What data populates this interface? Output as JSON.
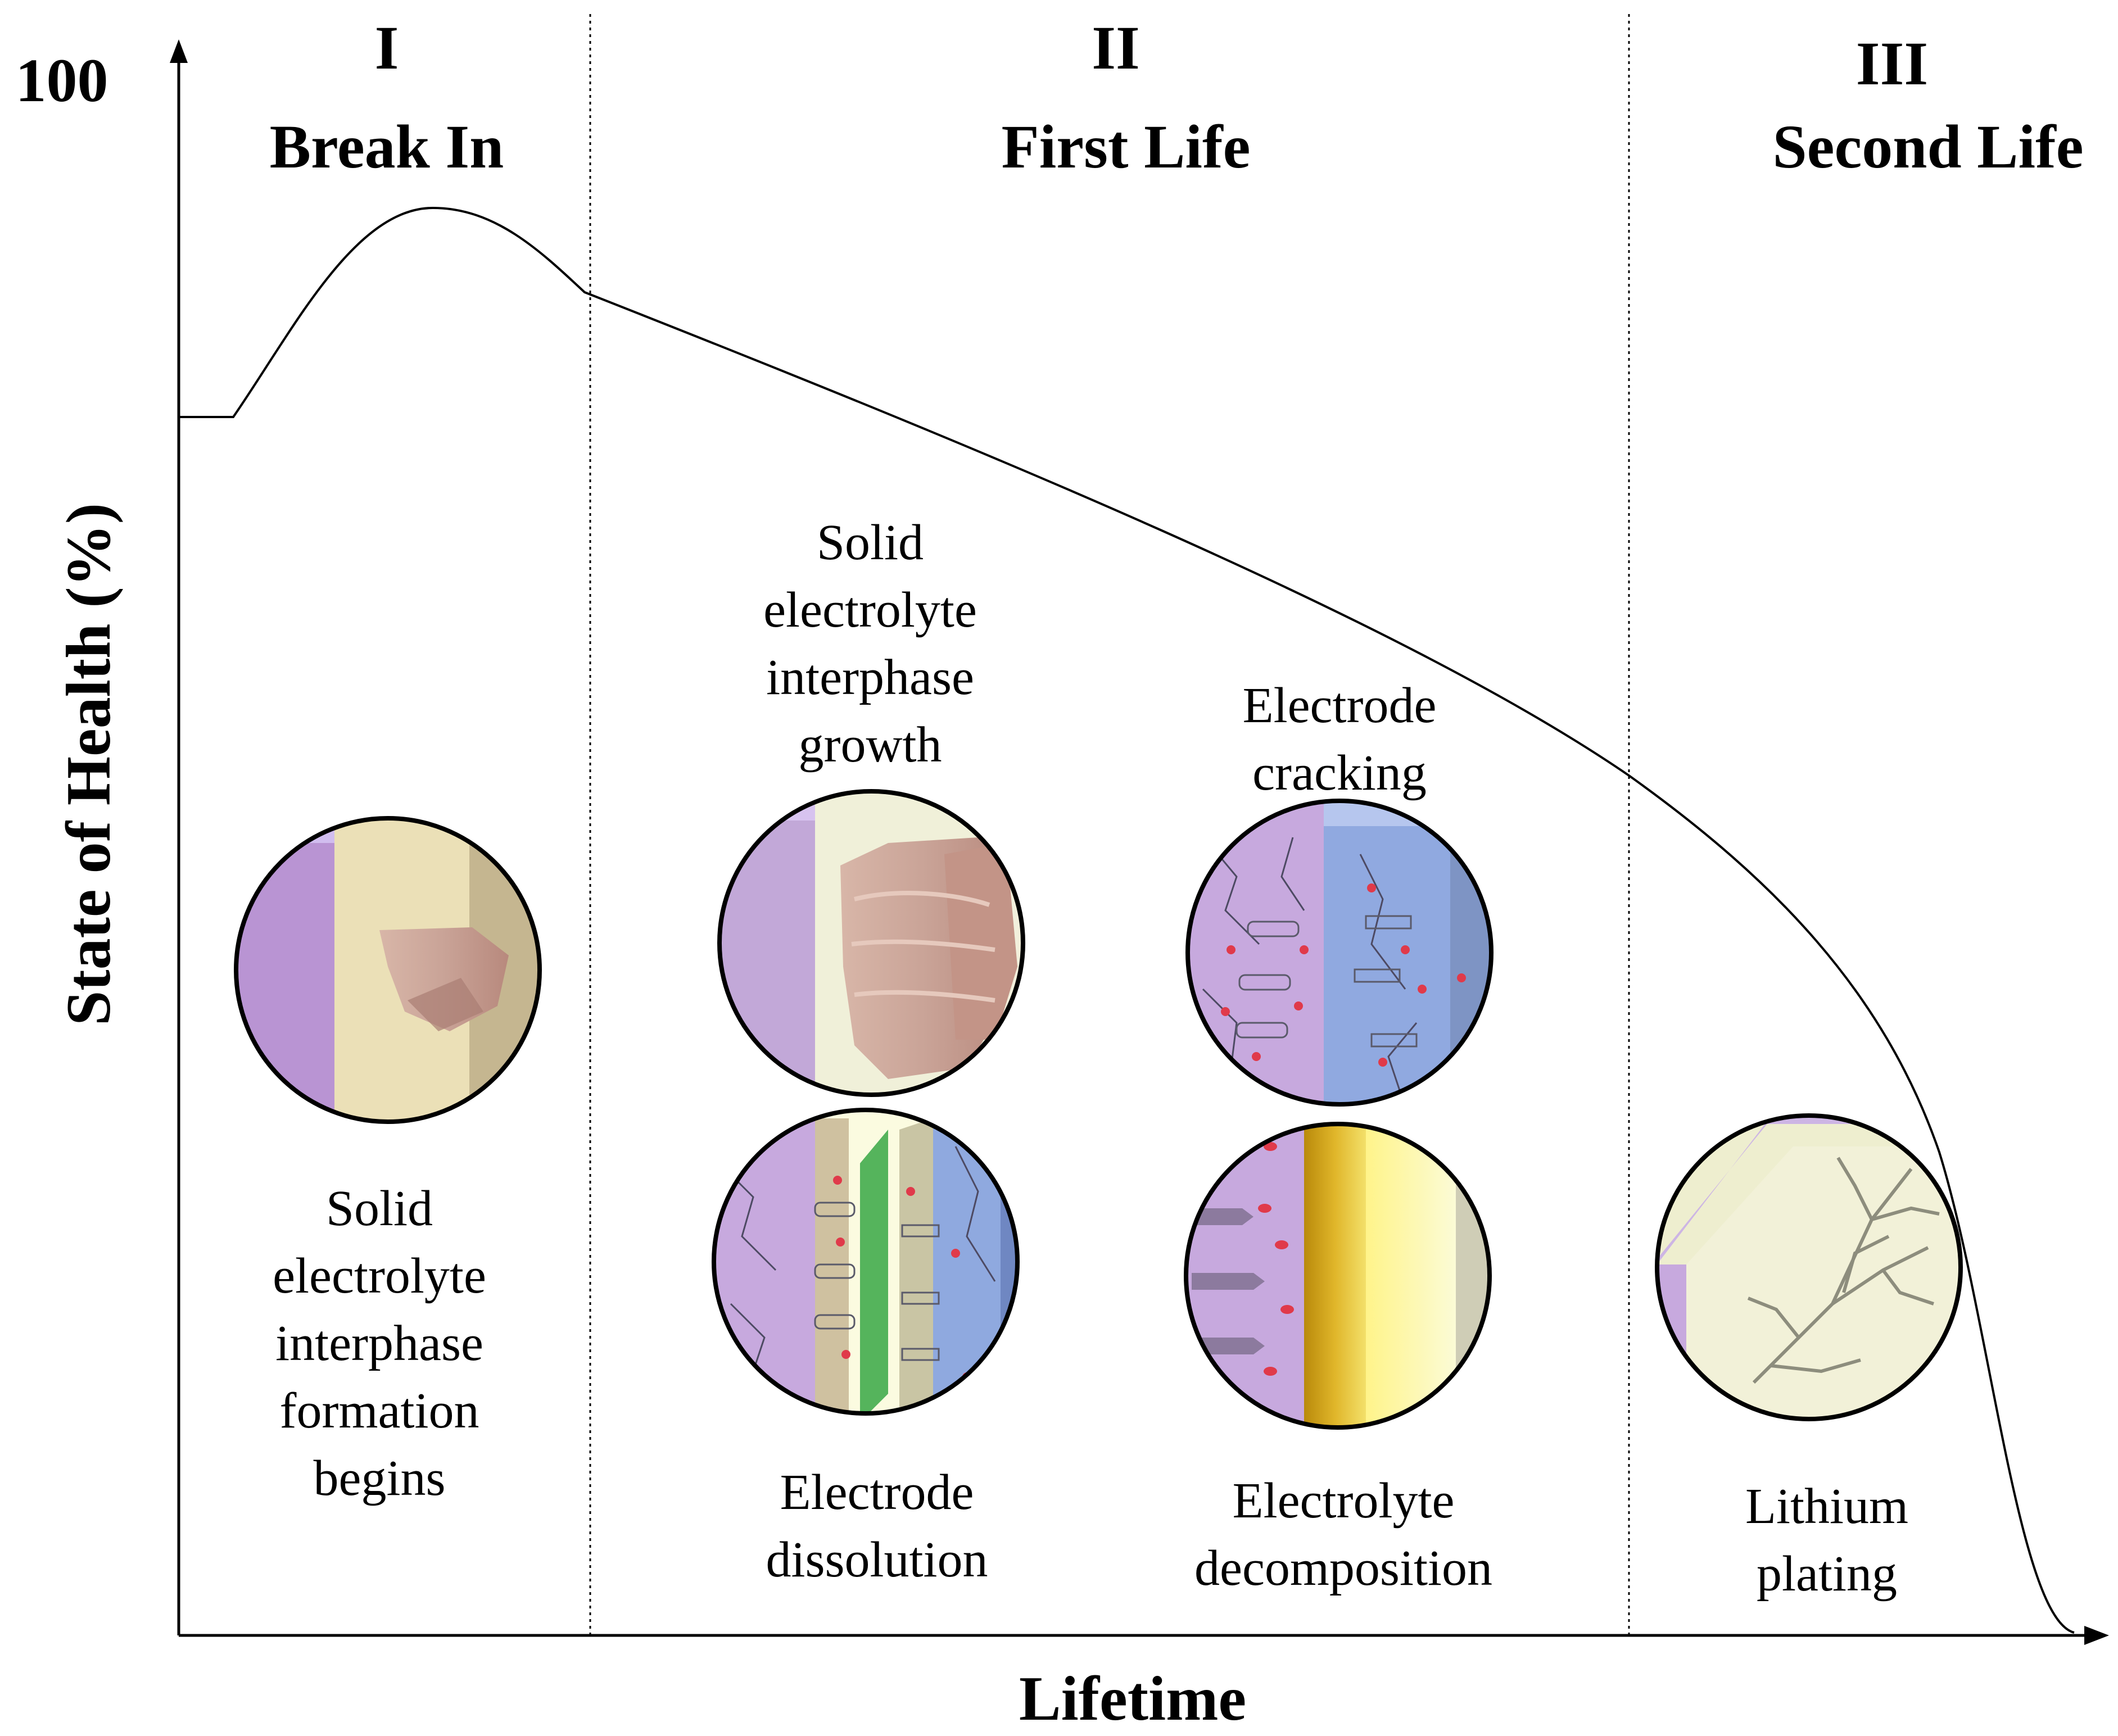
{
  "axis": {
    "y_label": "State of Health (%)",
    "x_label": "Lifetime",
    "y_top_tick": "100"
  },
  "phases": [
    {
      "numeral": "I",
      "name": "Break In"
    },
    {
      "numeral": "II",
      "name": "First Life"
    },
    {
      "numeral": "III",
      "name": "Second Life"
    }
  ],
  "mechanisms": {
    "sei_formation": [
      "Solid",
      "electrolyte",
      "interphase",
      "formation",
      "begins"
    ],
    "sei_growth": [
      "Solid",
      "electrolyte",
      "interphase",
      "growth"
    ],
    "electrode_cracking": [
      "Electrode",
      "cracking"
    ],
    "electrode_dissolution": [
      "Electrode",
      "dissolution"
    ],
    "electrolyte_decomposition": [
      "Electrolyte",
      "decomposition"
    ],
    "lithium_plating": [
      "Lithium",
      "plating"
    ]
  },
  "colors": {
    "purple_layer": "#c2a8d8",
    "cream_layer": "#e9e2b8",
    "blue_layer": "#8fa9df",
    "green_separator": "#55b45c",
    "yellow_layer": "#fff48a",
    "sei_deposit": "#c9a397",
    "lithium_dot": "#e03a4a"
  }
}
